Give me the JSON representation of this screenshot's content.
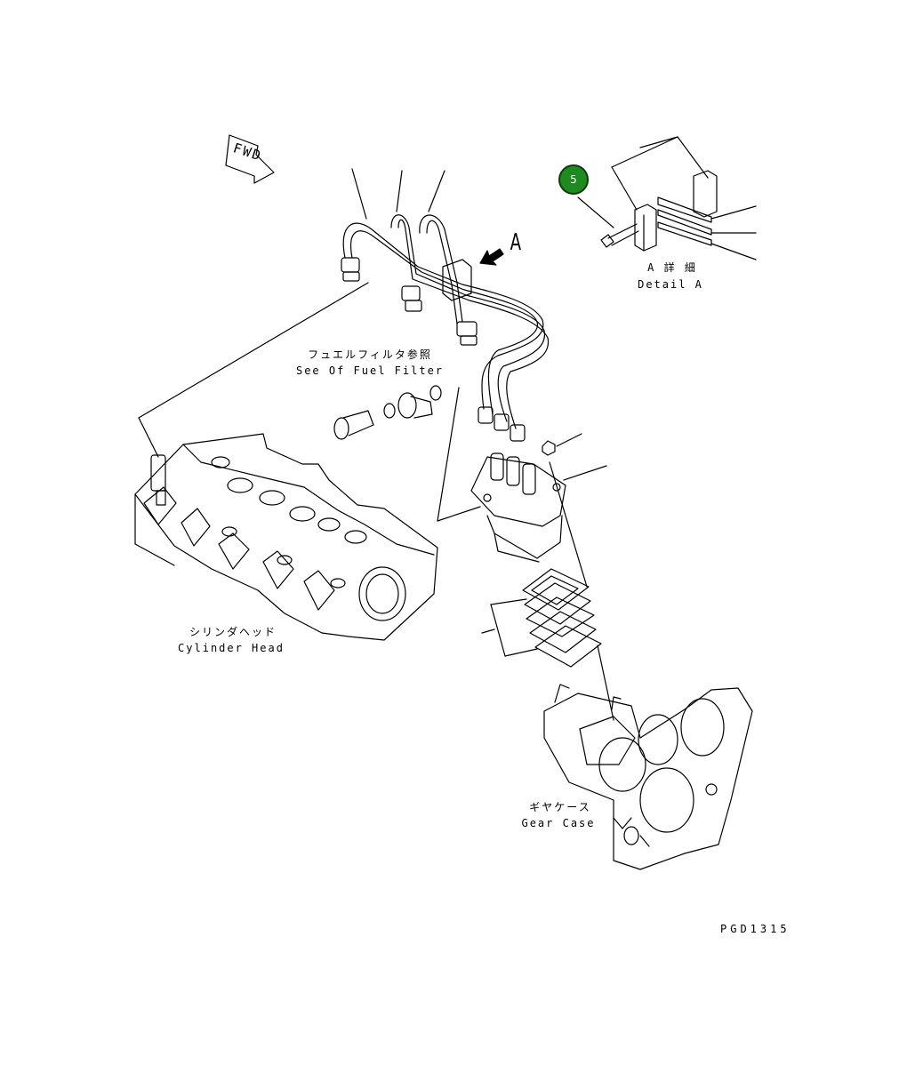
{
  "diagram": {
    "callout_number": "5",
    "direction_label": "FWD",
    "view_marker": "A",
    "labels": {
      "detail_jp": "A 詳 細",
      "detail_en": "Detail A",
      "fuel_filter_jp": "フュエルフィルタ参照",
      "fuel_filter_en": "See Of Fuel Filter",
      "cylinder_head_jp": "シリンダヘッド",
      "cylinder_head_en": "Cylinder Head",
      "gear_case_jp": "ギヤケース",
      "gear_case_en": "Gear Case"
    },
    "drawing_code": "PGD1315",
    "colors": {
      "callout_fill": "#1f8a1f",
      "line": "#000000",
      "background": "#ffffff"
    }
  }
}
